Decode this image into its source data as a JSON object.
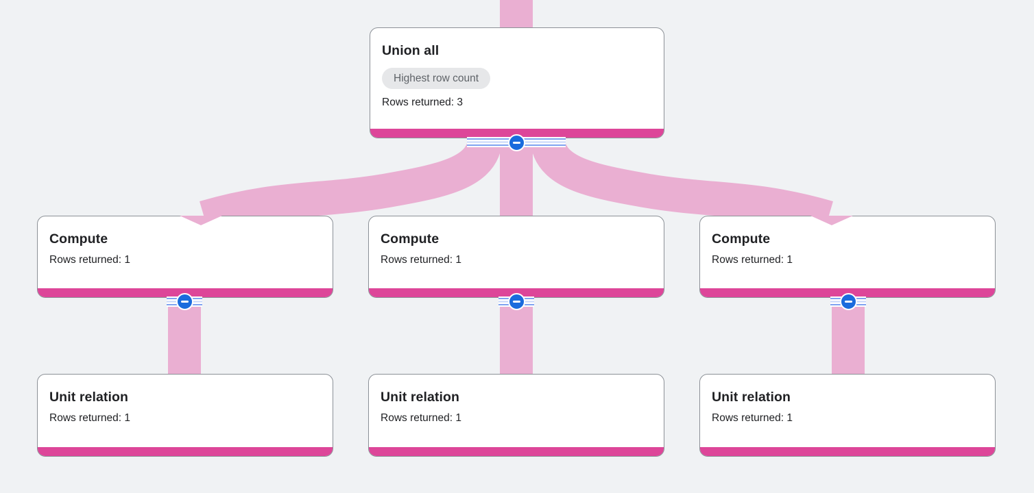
{
  "app": {
    "view_name": "query-execution-graph"
  },
  "colors": {
    "background": "#f0f2f4",
    "node_background": "#ffffff",
    "node_border": "#8b9096",
    "node_accent_bar": "#dd4699",
    "edge_ribbon": "#eaafd2",
    "collapse_button": "#1a6bdd",
    "port_stripe": "#7ea3f0",
    "badge_background": "#e6e7e9",
    "badge_text": "#5f6368",
    "text": "#202124"
  },
  "icons": {
    "collapse": "minus-in-blue-circle-icon"
  },
  "nodes": {
    "union": {
      "title": "Union all",
      "badge": "Highest row count",
      "rows": "Rows returned: 3"
    },
    "compute1": {
      "title": "Compute",
      "rows": "Rows returned: 1"
    },
    "compute2": {
      "title": "Compute",
      "rows": "Rows returned: 1"
    },
    "compute3": {
      "title": "Compute",
      "rows": "Rows returned: 1"
    },
    "unit1": {
      "title": "Unit relation",
      "rows": "Rows returned: 1"
    },
    "unit2": {
      "title": "Unit relation",
      "rows": "Rows returned: 1"
    },
    "unit3": {
      "title": "Unit relation",
      "rows": "Rows returned: 1"
    }
  },
  "edges": [
    {
      "from": "offscreen-parent",
      "to": "union"
    },
    {
      "from": "union",
      "to": "compute1"
    },
    {
      "from": "union",
      "to": "compute2"
    },
    {
      "from": "union",
      "to": "compute3"
    },
    {
      "from": "compute1",
      "to": "unit1"
    },
    {
      "from": "compute2",
      "to": "unit2"
    },
    {
      "from": "compute3",
      "to": "unit3"
    }
  ]
}
